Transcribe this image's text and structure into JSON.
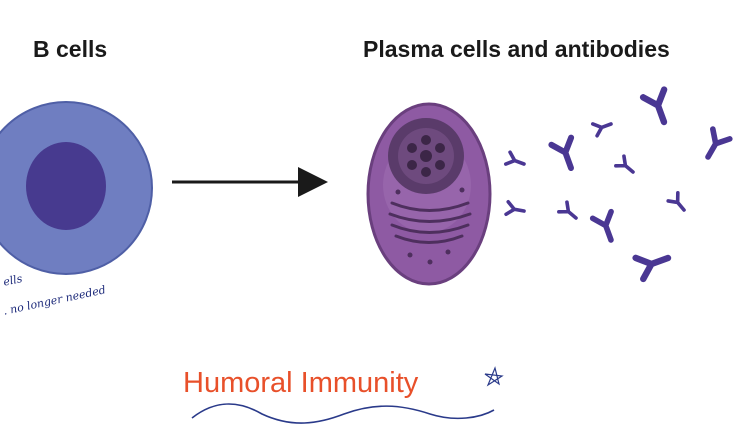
{
  "labels": {
    "b_cells": "B cells",
    "plasma": "Plasma cells and antibodies"
  },
  "annotations": {
    "note_line1": "ells",
    "note_line2": ". no longer needed"
  },
  "title": "Humoral Immunity",
  "colors": {
    "b_cell_outer": "#6f7ec1",
    "b_cell_nucleus": "#473a8f",
    "plasma_cell": "#8e5aa3",
    "plasma_nucleus": "#5a3b6a",
    "antibody": "#4a3793",
    "title": "#e8502a",
    "ink": "#1d2a7a"
  }
}
